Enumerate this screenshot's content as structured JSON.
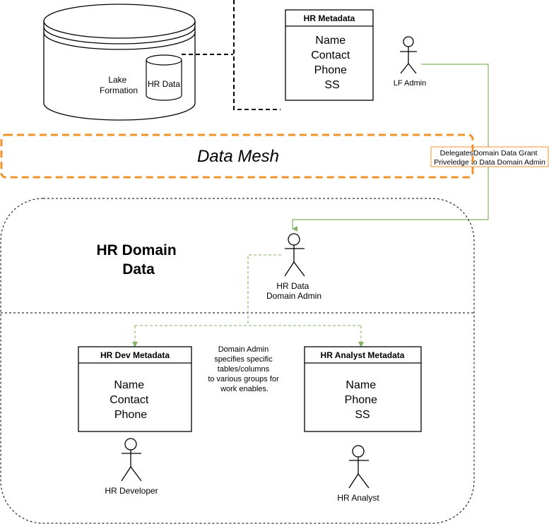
{
  "lake": {
    "label_lines": [
      "Lake",
      "Formation"
    ],
    "inner_db_label": "HR Data"
  },
  "hr_metadata": {
    "title": "HR Metadata",
    "fields": [
      "Name",
      "Contact",
      "Phone",
      "SS"
    ]
  },
  "lf_admin": {
    "label": "LF Admin"
  },
  "mesh": {
    "label": "Data Mesh"
  },
  "delegation_note": {
    "lines": [
      "DelegatesDomain Data Grant",
      "Priveledge to Data Domain Admin"
    ]
  },
  "domain": {
    "title_lines": [
      "HR Domain",
      "Data"
    ],
    "admin_label_lines": [
      "HR Data",
      "Domain Admin"
    ]
  },
  "dev_metadata": {
    "title": "HR Dev Metadata",
    "fields": [
      "Name",
      "Contact",
      "Phone"
    ]
  },
  "analyst_metadata": {
    "title": "HR Analyst Metadata",
    "fields": [
      "Name",
      "Phone",
      "SS"
    ]
  },
  "admin_note": {
    "lines": [
      "Domain Admin",
      "specifies specific",
      "tables/columns",
      "to various groups for",
      "work enables."
    ]
  },
  "hr_developer": {
    "label": "HR Developer"
  },
  "hr_analyst": {
    "label": "HR Analyst"
  },
  "colors": {
    "mesh_orange": "#f0932a",
    "green_link": "#82b366",
    "note_border": "#f0932a"
  }
}
